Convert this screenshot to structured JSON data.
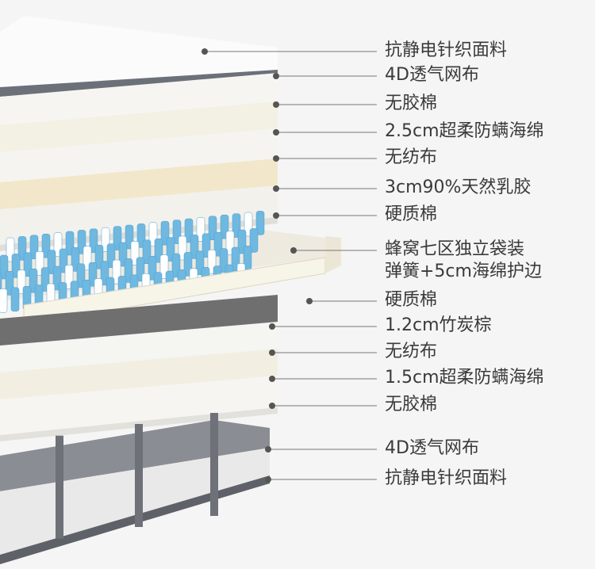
{
  "layers": [
    {
      "label": "抗静电针织面料"
    },
    {
      "label": "4D透气网布"
    },
    {
      "label": "无胶棉"
    },
    {
      "label": "2.5cm超柔防螨海绵"
    },
    {
      "label": "无纺布"
    },
    {
      "label": "3cm90%天然乳胶"
    },
    {
      "label": "硬质棉"
    },
    {
      "label": "蜂窝七区独立袋装",
      "label2": "弹簧+5cm海绵护边"
    },
    {
      "label": "硬质棉"
    },
    {
      "label": "1.2cm竹炭棕"
    },
    {
      "label": "无纺布"
    },
    {
      "label": "1.5cm超柔防螨海绵"
    },
    {
      "label": "无胶棉"
    },
    {
      "label": "4D透气网布"
    },
    {
      "label": "抗静电针织面料"
    }
  ]
}
